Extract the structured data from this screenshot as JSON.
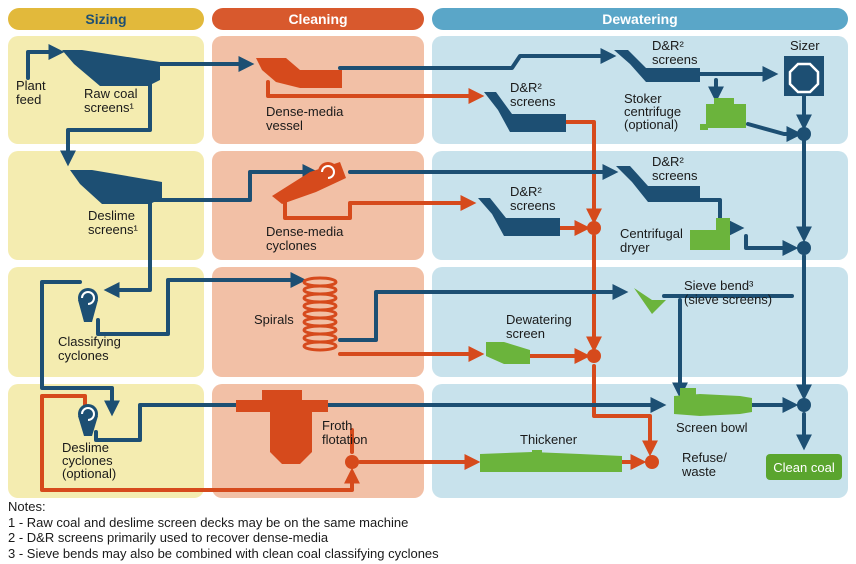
{
  "colors": {
    "sizing_bg": "#f4ecb0",
    "sizing_header": "#e2b93b",
    "cleaning_bg": "#f2c0a6",
    "cleaning_header": "#d8592d",
    "dewatering_bg": "#c8e2ec",
    "dewatering_header": "#5aa6c8",
    "coal_flow": "#1d4f73",
    "refuse_flow": "#d64a1c",
    "dewatered_equipment": "#6bb43c",
    "clean_coal_box": "#5aa52e"
  },
  "headers": {
    "sizing": "Sizing",
    "cleaning": "Cleaning",
    "dewatering": "Dewatering"
  },
  "labels": {
    "plant_feed": [
      "Plant",
      "feed"
    ],
    "raw_coal_screens": [
      "Raw coal",
      "screens¹"
    ],
    "deslime_screens": [
      "Deslime",
      "screens¹"
    ],
    "classifying_cyclones": [
      "Classifying",
      "cyclones"
    ],
    "deslime_cyclones": [
      "Deslime",
      "cyclones",
      "(optional)"
    ],
    "dense_media_vessel": [
      "Dense-media",
      "vessel"
    ],
    "dense_media_cyclones": [
      "Dense-media",
      "cyclones"
    ],
    "spirals": [
      "Spirals"
    ],
    "froth_flotation": [
      "Froth",
      "flotation"
    ],
    "dr_screens_1": [
      "D&R²",
      "screens"
    ],
    "dr_screens_2": [
      "D&R²",
      "screens"
    ],
    "dr_screens_top": [
      "D&R²",
      "screens"
    ],
    "dr_screens_mid": [
      "D&R²",
      "screens"
    ],
    "sizer": [
      "Sizer"
    ],
    "stoker_centrifuge": [
      "Stoker",
      "centrifuge",
      "(optional)"
    ],
    "centrifugal_dryer": [
      "Centrifugal",
      "dryer"
    ],
    "sieve_bend": [
      "Sieve bend³",
      "(sieve screens)"
    ],
    "dewatering_screen": [
      "Dewatering",
      "screen"
    ],
    "thickener": [
      "Thickener"
    ],
    "screen_bowl": [
      "Screen bowl"
    ],
    "refuse_waste": [
      "Refuse/",
      "waste"
    ],
    "clean_coal": "Clean coal"
  },
  "notes": {
    "heading": "Notes:",
    "items": [
      "1 - Raw coal and deslime screen decks may be on the same machine",
      "2 - D&R screens primarily used to recover dense-media",
      "3 - Sieve bends may also be combined with clean coal classifying cyclones"
    ]
  }
}
